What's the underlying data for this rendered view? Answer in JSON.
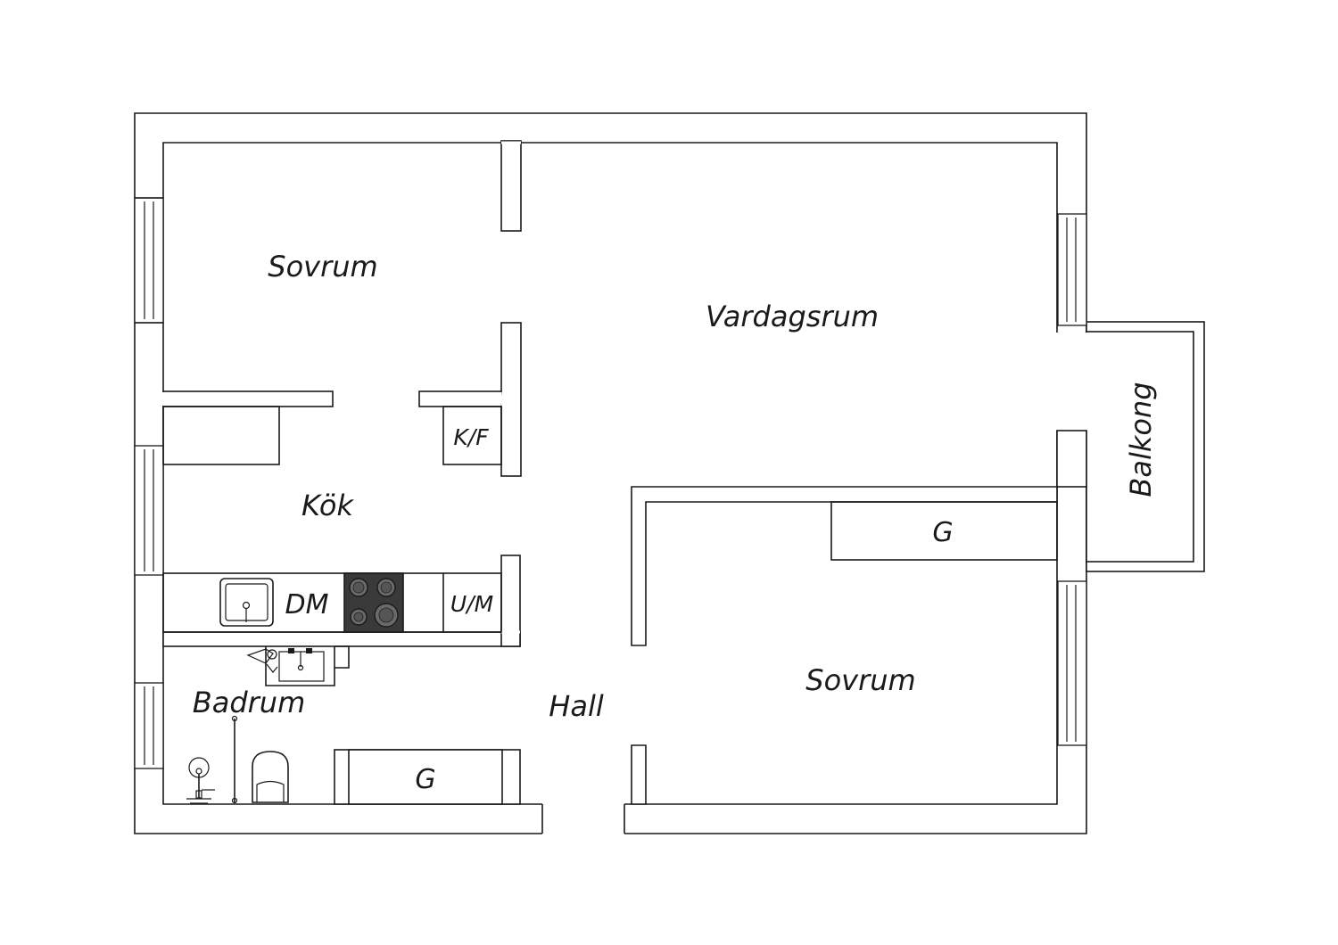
{
  "rooms": {
    "bedroom_top_left": "Sovrum",
    "living_room": "Vardagsrum",
    "kitchen": "Kök",
    "bathroom": "Badrum",
    "hall": "Hall",
    "bedroom_right": "Sovrum",
    "balcony": "Balkong"
  },
  "fixtures": {
    "fridge_freezer": "K/F",
    "dishwasher": "DM",
    "oven_microwave": "U/M",
    "wardrobe_bedroom": "G",
    "wardrobe_hall": "G"
  },
  "colors": {
    "line": "#1a1a1a",
    "background": "#ffffff",
    "stove": "#3a3a3a"
  },
  "icons": [
    "sink-icon",
    "stove-icon",
    "toilet-icon",
    "shower-icon",
    "washbasin-icon",
    "window-icon"
  ]
}
